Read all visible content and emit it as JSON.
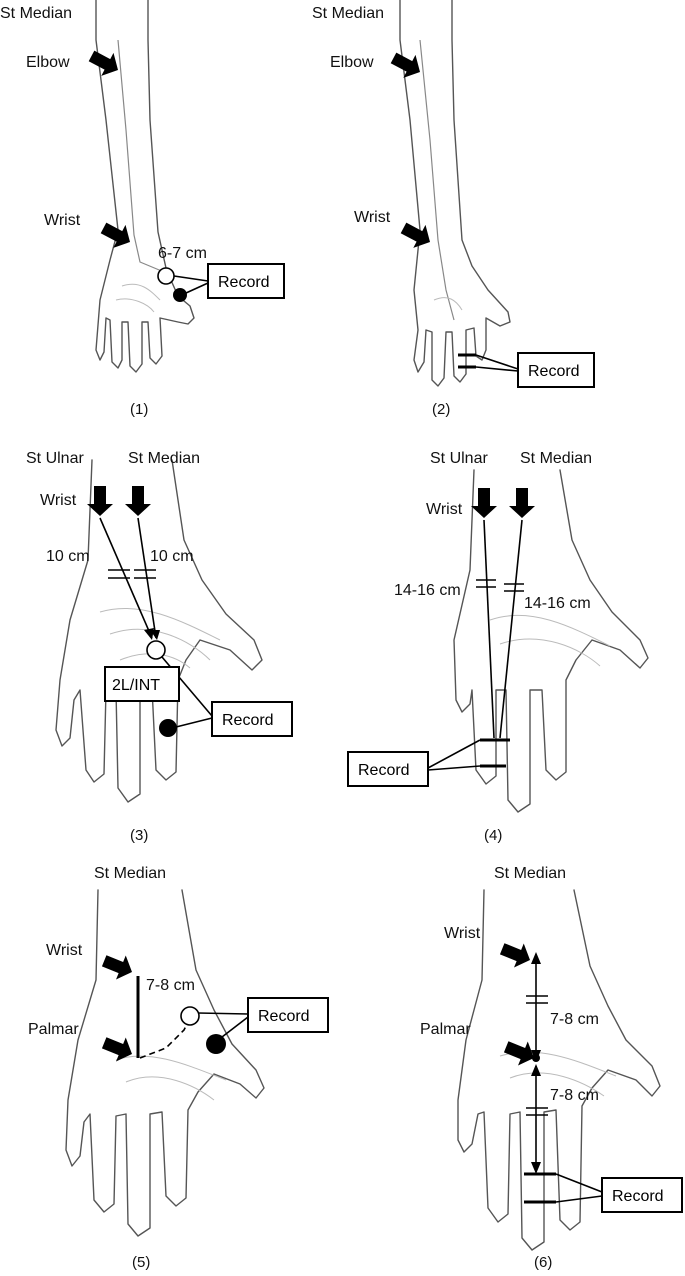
{
  "panels": [
    {
      "caption": "(1)",
      "nerve_label": "St Median",
      "stim_labels": [
        "Elbow",
        "Wrist"
      ],
      "distance_labels": [
        "6-7 cm"
      ],
      "record_label": "Record"
    },
    {
      "caption": "(2)",
      "nerve_label": "St Median",
      "stim_labels": [
        "Elbow",
        "Wrist"
      ],
      "distance_labels": [],
      "record_label": "Record"
    },
    {
      "caption": "(3)",
      "nerve_labels": [
        "St Ulnar",
        "St Median"
      ],
      "stim_labels": [
        "Wrist"
      ],
      "distance_labels": [
        "10 cm",
        "10 cm"
      ],
      "box_label": "2L/INT",
      "record_label": "Record"
    },
    {
      "caption": "(4)",
      "nerve_labels": [
        "St Ulnar",
        "St Median"
      ],
      "stim_labels": [
        "Wrist"
      ],
      "distance_labels": [
        "14-16 cm",
        "14-16 cm"
      ],
      "record_label": "Record"
    },
    {
      "caption": "(5)",
      "nerve_label": "St Median",
      "stim_labels": [
        "Wrist",
        "Palmar"
      ],
      "distance_labels": [
        "7-8 cm"
      ],
      "record_label": "Record"
    },
    {
      "caption": "(6)",
      "nerve_label": "St Median",
      "stim_labels": [
        "Wrist",
        "Palmar"
      ],
      "distance_labels": [
        "7-8 cm",
        "7-8 cm"
      ],
      "record_label": "Record"
    }
  ]
}
